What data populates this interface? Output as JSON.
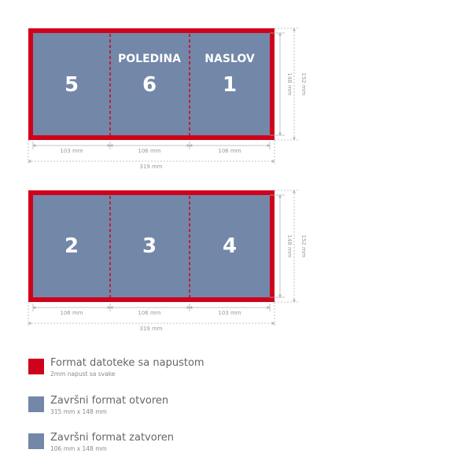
{
  "colors": {
    "bleed": "#d0021b",
    "panel": "#7387a8",
    "dim": "#b3b3b3",
    "fold": "#d0021b"
  },
  "diagram1": {
    "panels": [
      {
        "number": "5",
        "label": ""
      },
      {
        "number": "6",
        "label": "POLEDINA"
      },
      {
        "number": "1",
        "label": "NASLOV"
      }
    ],
    "widths": [
      "103 mm",
      "106 mm",
      "106 mm"
    ],
    "total": "319 mm",
    "height_inner": "148 mm",
    "height_outer": "152 mm"
  },
  "diagram2": {
    "panels": [
      {
        "number": "2",
        "label": ""
      },
      {
        "number": "3",
        "label": ""
      },
      {
        "number": "4",
        "label": ""
      }
    ],
    "widths": [
      "106 mm",
      "106 mm",
      "103 mm"
    ],
    "total": "319 mm",
    "height_inner": "148 mm",
    "height_outer": "152 mm"
  },
  "legend": [
    {
      "title": "Format datoteke sa napustom",
      "subtitle": "2mm napust sa svake",
      "color": "#d0021b"
    },
    {
      "title": "Završni format otvoren",
      "subtitle": "315 mm x 148 mm",
      "color": "#7387a8"
    },
    {
      "title": "Završni format zatvoren",
      "subtitle": "106 mm x 148 mm",
      "color": "#7387a8"
    }
  ]
}
